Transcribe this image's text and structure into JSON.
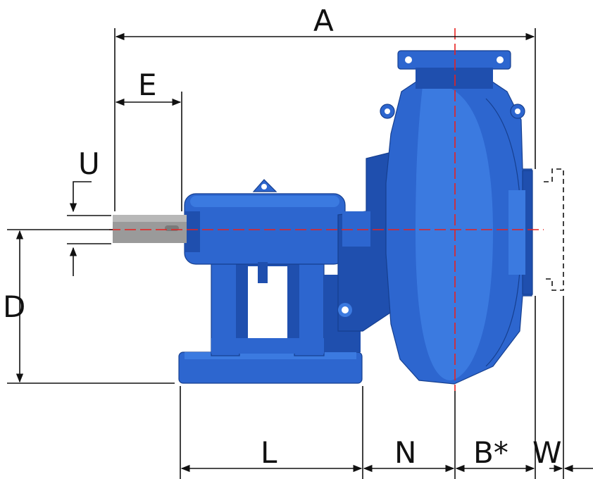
{
  "labels": {
    "A": "A",
    "E": "E",
    "U": "U",
    "D": "D",
    "L": "L",
    "N": "N",
    "B": "B*",
    "W": "W"
  },
  "colors": {
    "pump_body": "#2d66cf",
    "pump_shadow": "#1f4fae",
    "shaft": "#9a9a9a",
    "centerline": "#e8211e",
    "dimension": "#111111"
  }
}
